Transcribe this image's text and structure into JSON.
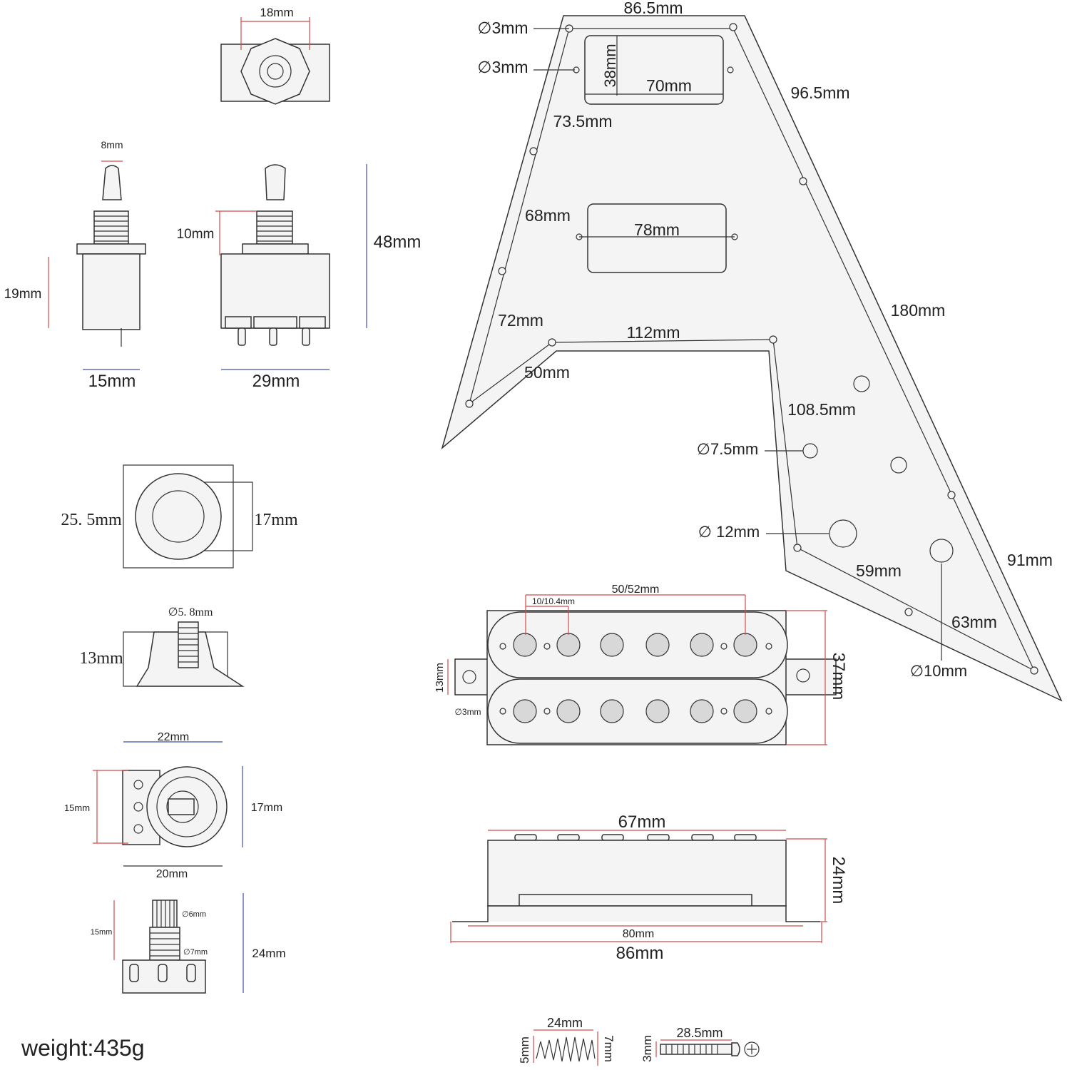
{
  "toggle_switch": {
    "top_width": "18mm",
    "lever_width": "8mm",
    "bushing_height": "10mm",
    "body_height": "19mm",
    "total_height": "48mm",
    "side_width": "15mm",
    "front_width": "29mm"
  },
  "knob": {
    "outer_diameter": "25. 5mm",
    "inner_diameter": "17mm",
    "shaft_diameter": "∅5. 8mm",
    "height": "13mm"
  },
  "pot": {
    "total_width": "22mm",
    "lug_span": "15mm",
    "body_diameter": "17mm",
    "body_width": "20mm",
    "shaft_height": "15mm",
    "shaft_diameter": "∅6mm",
    "bushing_diameter": "∅7mm",
    "total_height": "24mm"
  },
  "pickguard": {
    "hole_top_1": "∅3mm",
    "hole_top_2": "∅3mm",
    "top_width": "86.5mm",
    "rear_cutout_height": "38mm",
    "rear_cutout_width": "70mm",
    "right_upper_edge": "96.5mm",
    "left_upper_edge": "73.5mm",
    "left_mid_edge": "68mm",
    "front_cutout_width": "78mm",
    "left_lower_edge": "72mm",
    "right_long_edge": "180mm",
    "inner_top_edge": "112mm",
    "left_wing_bottom": "50mm",
    "inner_right_edge": "108.5mm",
    "hole_switch": "∅7.5mm",
    "hole_pot": "∅ 12mm",
    "lower_bottom_edge": "59mm",
    "right_tip_edge": "91mm",
    "lower_tip_edge": "63mm",
    "hole_jack": "∅10mm"
  },
  "pickup_top": {
    "pole_span": "50/52mm",
    "pole_spacing": "10/10.4mm",
    "tab_height": "13mm",
    "mount_hole": "∅3mm",
    "height": "37mm"
  },
  "pickup_side": {
    "top_width": "67mm",
    "height": "24mm",
    "base_width": "80mm",
    "total_width": "86mm"
  },
  "hardware": {
    "spring_length": "24mm",
    "spring_small_dia": "5mm",
    "spring_large_dia": "7mm",
    "screw_dia": "3mm",
    "screw_length": "28.5mm"
  },
  "weight_label": "weight:435g"
}
